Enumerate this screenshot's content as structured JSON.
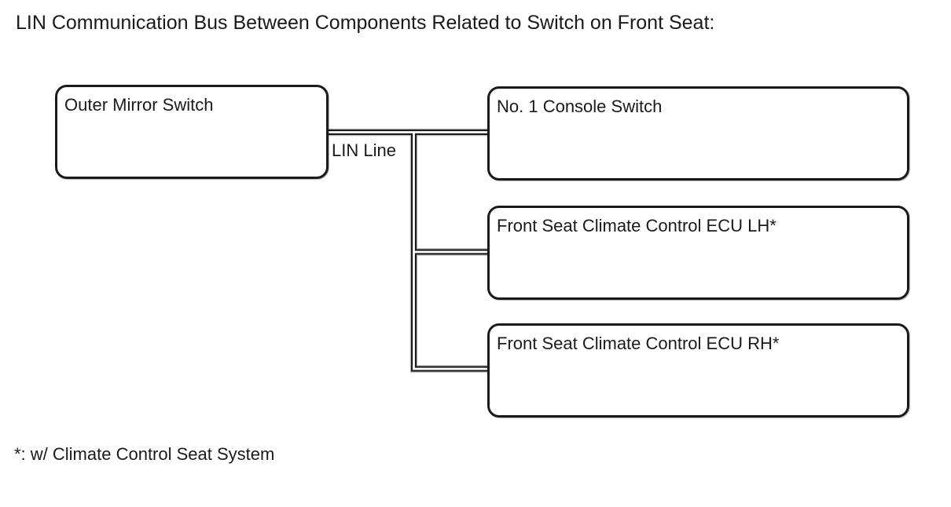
{
  "page": {
    "title": "LIN Communication Bus Between Components Related to Switch on Front Seat:",
    "footnote": "*: w/ Climate Control Seat System"
  },
  "diagram": {
    "bus_label": "LIN Line",
    "nodes": [
      {
        "id": "outer-mirror-switch",
        "label": "Outer Mirror Switch"
      },
      {
        "id": "no1-console-switch",
        "label": "No. 1 Console Switch"
      },
      {
        "id": "front-seat-climate-control-ecu-lh",
        "label": "Front Seat Climate Control ECU LH*"
      },
      {
        "id": "front-seat-climate-control-ecu-rh",
        "label": "Front Seat Climate Control ECU RH*"
      }
    ],
    "colors": {
      "line": "#1a1a1a",
      "line_channel": "#ffffff",
      "line_halo": "#bbbbbb",
      "box_border": "#1a1a1a",
      "text": "#1a1a1a",
      "background": "#ffffff"
    }
  }
}
